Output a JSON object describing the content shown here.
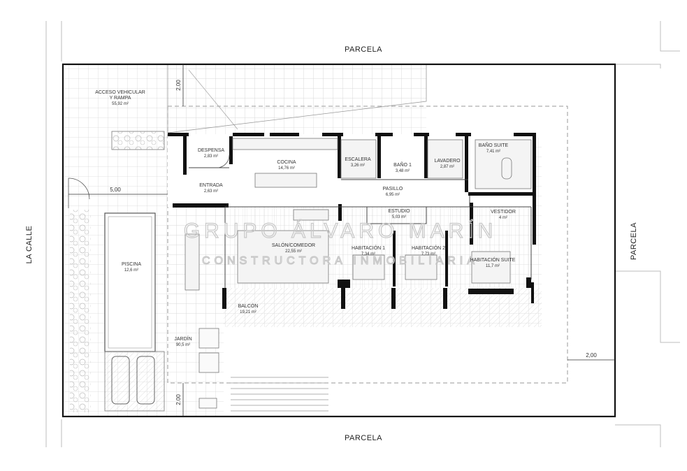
{
  "edges": {
    "top": "PARCELA",
    "bottom": "PARCELA",
    "left": "LA CALLE",
    "right": "PARCELA"
  },
  "dimensions": {
    "top_setback": "2.00",
    "street_setback": "5,00",
    "right_setback": "2,00",
    "bottom_setback": "2.00"
  },
  "watermark": {
    "line1": "GRUPO ÁLVARO MARÍN",
    "line2": "CONSTRUCTORA INMOBILIARIA"
  },
  "rooms": [
    {
      "name": "ACCESO VEHICULAR\nY RAMPA",
      "area": "55,92 m²"
    },
    {
      "name": "DESPENSA",
      "area": "2,83 m²"
    },
    {
      "name": "COCINA",
      "area": "14,76 m²"
    },
    {
      "name": "ESCALERA",
      "area": "3,26 m²"
    },
    {
      "name": "BAÑO 1",
      "area": "3,48 m²"
    },
    {
      "name": "LAVADERO",
      "area": "2,87 m²"
    },
    {
      "name": "BAÑO SUITE",
      "area": "7,41 m²"
    },
    {
      "name": "ENTRADA",
      "area": "2,63 m²"
    },
    {
      "name": "PASILLO",
      "area": "6,95 m²"
    },
    {
      "name": "ESTUDIO",
      "area": "5,03 m²"
    },
    {
      "name": "VESTIDOR",
      "area": "4 m²"
    },
    {
      "name": "SALÓN/COMEDOR",
      "area": "22,55 m²"
    },
    {
      "name": "HABITACIÓN 1",
      "area": "7,34 m²"
    },
    {
      "name": "HABITACIÓN 2",
      "area": "7,73 m²"
    },
    {
      "name": "HABITACIÓN SUITE",
      "area": "11,7 m²"
    },
    {
      "name": "PISCINA",
      "area": "12,6 m²"
    },
    {
      "name": "BALCÓN",
      "area": "19,21 m²"
    },
    {
      "name": "JARDÍN",
      "area": "90,5 m²"
    }
  ]
}
